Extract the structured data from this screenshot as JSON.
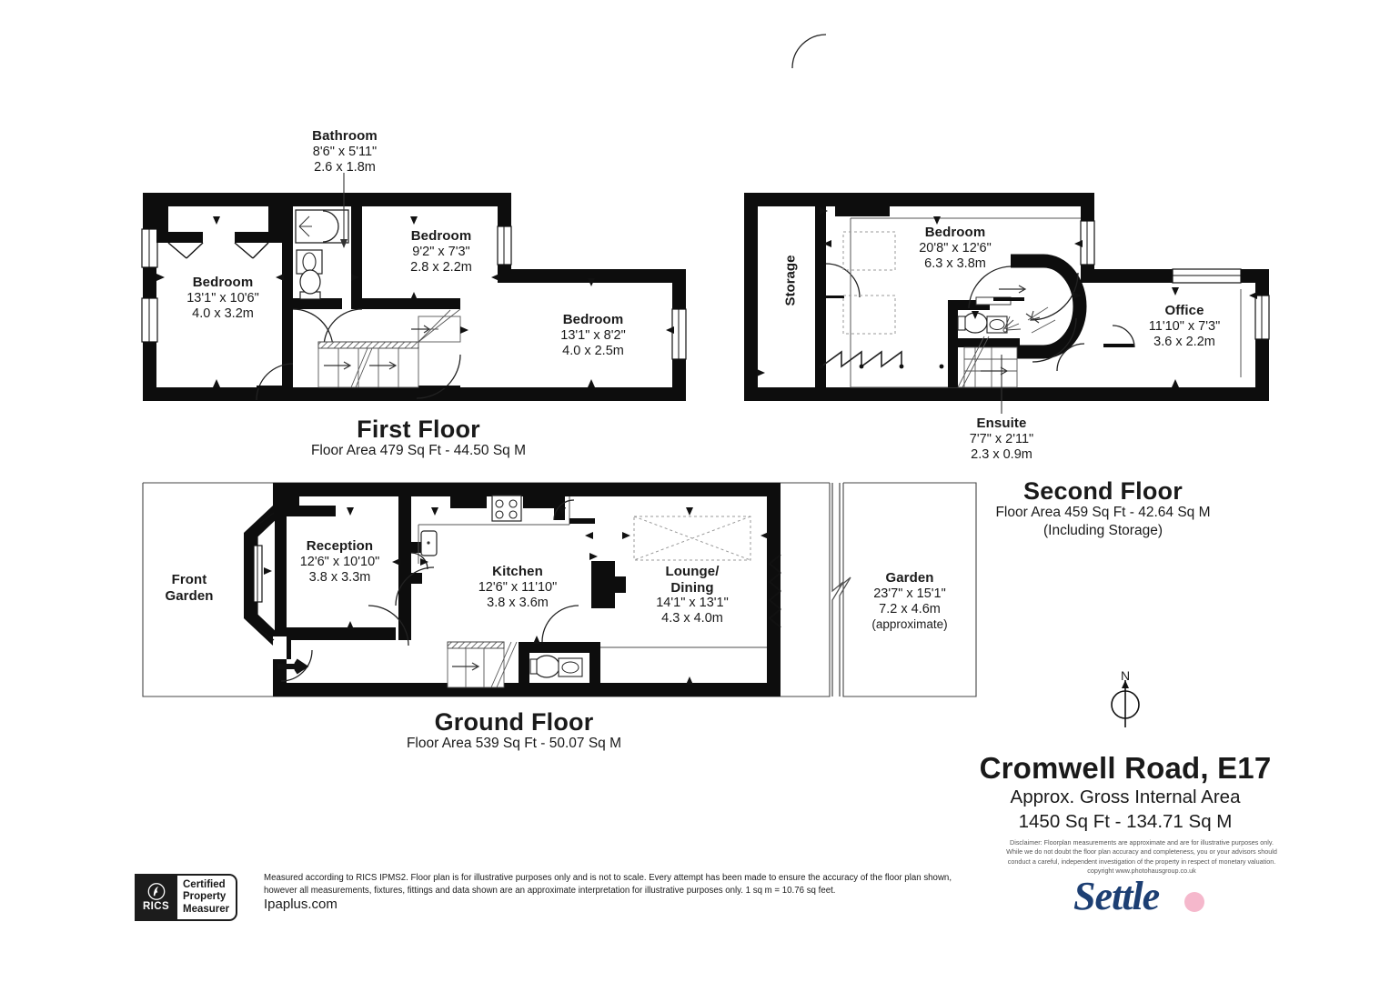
{
  "document": {
    "type": "floorplan",
    "property_title": "Cromwell Road, E17",
    "area_caption": "Approx. Gross Internal Area",
    "area_value": "1450 Sq Ft - 134.71 Sq M",
    "compass_label": "N"
  },
  "floors": [
    {
      "id": "first-floor",
      "caption_title": "First Floor",
      "caption_area": "Floor Area 479 Sq Ft - 44.50 SQ M",
      "caption_area_display": "Floor Area 479 Sq Ft - 44.50 Sq M",
      "rooms": [
        {
          "name": "Bathroom",
          "imperial": "8'6\" x 5'11\"",
          "metric": "2.6 x 1.8m"
        },
        {
          "name": "Bedroom",
          "imperial": "9'2\" x 7'3\"",
          "metric": "2.8 x 2.2m"
        },
        {
          "name": "Bedroom",
          "imperial": "13'1\" x 10'6\"",
          "metric": "4.0 x 3.2m"
        },
        {
          "name": "Bedroom",
          "imperial": "13'1\" x 8'2\"",
          "metric": "4.0 x 2.5m"
        }
      ]
    },
    {
      "id": "second-floor",
      "caption_title": "Second Floor",
      "caption_area_display": "Floor Area 459 Sq Ft - 42.64 Sq M",
      "caption_note": "(Including Storage)",
      "rooms": [
        {
          "name": "Storage",
          "imperial": "",
          "metric": ""
        },
        {
          "name": "Bedroom",
          "imperial": "20'8\" x 12'6\"",
          "metric": "6.3 x 3.8m"
        },
        {
          "name": "Office",
          "imperial": "11'10\" x 7'3\"",
          "metric": "3.6 x 2.2m"
        },
        {
          "name": "Ensuite",
          "imperial": "7'7\" x 2'11\"",
          "metric": "2.3 x 0.9m"
        }
      ]
    },
    {
      "id": "ground-floor",
      "caption_title": "Ground Floor",
      "caption_area_display": "Floor Area 539 Sq Ft - 50.07 Sq M",
      "rooms": [
        {
          "name": "Front Garden",
          "imperial": "",
          "metric": ""
        },
        {
          "name": "Reception",
          "imperial": "12'6\" x 10'10\"",
          "metric": "3.8 x 3.3m"
        },
        {
          "name": "Kitchen",
          "imperial": "12'6\" x 11'10\"",
          "metric": "3.8 x 3.6m"
        },
        {
          "name": "Lounge/",
          "name2": "Dining",
          "imperial": "14'1\" x 13'1\"",
          "metric": "4.3 x 4.0m"
        },
        {
          "name": "Garden",
          "imperial": "23'7\" x 15'1\"",
          "metric": "7.2 x 4.6m",
          "note": "(approximate)"
        }
      ]
    }
  ],
  "labels": {
    "bathroom_name": "Bathroom",
    "bathroom_imp": "8'6\" x 5'11\"",
    "bathroom_met": "2.6 x 1.8m",
    "bed_small_name": "Bedroom",
    "bed_small_imp": "9'2\" x 7'3\"",
    "bed_small_met": "2.8 x 2.2m",
    "bed_main_name": "Bedroom",
    "bed_main_imp": "13'1\" x 10'6\"",
    "bed_main_met": "4.0 x 3.2m",
    "bed_rear_name": "Bedroom",
    "bed_rear_imp": "13'1\" x 8'2\"",
    "bed_rear_met": "4.0 x 2.5m",
    "storage_name": "Storage",
    "loft_bed_name": "Bedroom",
    "loft_bed_imp": "20'8\" x 12'6\"",
    "loft_bed_met": "6.3 x 3.8m",
    "office_name": "Office",
    "office_imp": "11'10\" x 7'3\"",
    "office_met": "3.6 x 2.2m",
    "ensuite_name": "Ensuite",
    "ensuite_imp": "7'7\" x 2'11\"",
    "ensuite_met": "2.3 x 0.9m",
    "front_garden_l1": "Front",
    "front_garden_l2": "Garden",
    "reception_name": "Reception",
    "reception_imp": "12'6\" x 10'10\"",
    "reception_met": "3.8 x 3.3m",
    "kitchen_name": "Kitchen",
    "kitchen_imp": "12'6\" x 11'10\"",
    "kitchen_met": "3.8 x 3.6m",
    "lounge_l1": "Lounge/",
    "lounge_l2": "Dining",
    "lounge_imp": "14'1\" x 13'1\"",
    "lounge_met": "4.3 x 4.0m",
    "garden_name": "Garden",
    "garden_imp": "23'7\" x 15'1\"",
    "garden_met": "7.2 x 4.6m",
    "garden_note": "(approximate)"
  },
  "captions": {
    "first_title": "First Floor",
    "first_area": "Floor Area 479 Sq Ft - 44.50 Sq M",
    "second_title": "Second Floor",
    "second_area": "Floor Area 459 Sq Ft - 42.64 Sq M",
    "second_note": "(Including Storage)",
    "ground_title": "Ground Floor",
    "ground_area": "Floor Area 539 Sq Ft - 50.07 Sq M"
  },
  "footer": {
    "rics_word": "RICS",
    "rics_line1": "Certified",
    "rics_line2": "Property",
    "rics_line3": "Measurer",
    "measured_line1": "Measured according to RICS IPMS2. Floor plan is for illustrative purposes only and is not to scale. Every attempt has been made to ensure the accuracy of the floor plan shown,",
    "measured_line2": "however all measurements, fixtures, fittings and data shown are an approximate interpretation for illustrative purposes only. 1 sq m = 10.76 sq feet.",
    "ipaplus": "Ipaplus.com",
    "disclaimer_line1": "Disclaimer: Floorplan measurements are approximate and are for illustrative purposes only.",
    "disclaimer_line2": "While we do not doubt the floor plan accuracy and completeness, you or your advisors should",
    "disclaimer_line3": "conduct a careful, independent investigation of the property in respect of monetary valuation.",
    "disclaimer_line4": "copyright www.photohausgroup.co.uk",
    "brand": "Settle"
  },
  "colors": {
    "wall": "#0d0d0d",
    "ink": "#1a1a1a",
    "thin": "#3a3a3a",
    "brand_blue": "#1d3f73",
    "brand_pink": "#f5b8cc",
    "dashed": "#9a9a9a"
  }
}
